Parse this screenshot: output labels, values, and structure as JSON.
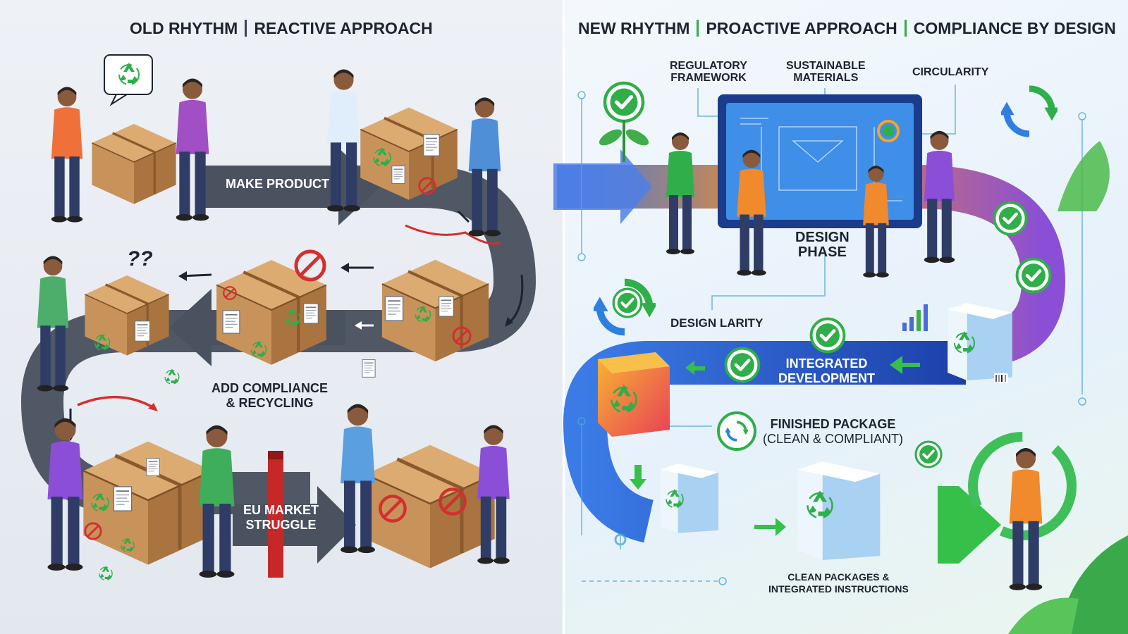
{
  "left": {
    "title_a": "OLD RHYTHM",
    "title_b": "REACTIVE APPROACH",
    "arrow1": "MAKE PRODUCT",
    "arrow2_l1": "ADD COMPLIANCE",
    "arrow2_l2": "& RECYCLING",
    "arrow3_l1": "EU MARKET",
    "arrow3_l2": "STRUGGLE",
    "question": "??"
  },
  "right": {
    "title_a": "NEW RHYTHM",
    "title_b": "PROACTIVE APPROACH",
    "title_c": "COMPLIANCE BY DESIGN",
    "regulatory_l1": "REGULATORY",
    "regulatory_l2": "FRAMEWORK",
    "sustainable_l1": "SUSTAINABLE",
    "sustainable_l2": "MATERIALS",
    "circularity": "CIRCULARITY",
    "design_phase_l1": "DESIGN",
    "design_phase_l2": "PHASE",
    "design_larity": "DESIGN LARITY",
    "integrated_l1": "INTEGRATED",
    "integrated_l2": "DEVELOPMENT",
    "finished_l1": "FINISHED PACKAGE",
    "finished_l2": "(CLEAN & COMPLIANT)",
    "clean_l1": "CLEAN PACKAGES &",
    "clean_l2": "INTEGRATED INSTRUCTIONS"
  },
  "colors": {
    "check_green": "#2fae4a",
    "box_brown": "#c8935a",
    "box_dark": "#9c6a3a",
    "gray_arrow": "#4a5260",
    "prohibit_red": "#d32f2f",
    "flow_blue": "#3b5fd6",
    "flow_orange": "#f08a2c",
    "flow_purple": "#8a4fd6"
  },
  "icons": [
    "recycle-icon",
    "check-icon",
    "prohibited-icon",
    "refresh-icon",
    "document-icon",
    "barcode-icon",
    "bar-chart-icon",
    "plant-icon"
  ]
}
